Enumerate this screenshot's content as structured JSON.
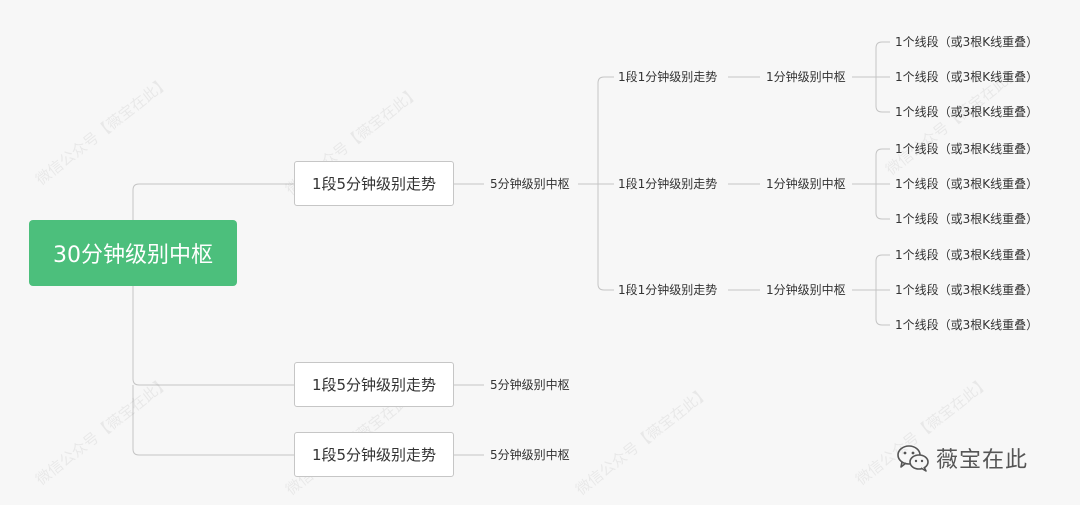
{
  "root": {
    "label": "30分钟级别中枢",
    "color": "#4cbf7c",
    "children": [
      {
        "label": "1段5分钟级别走势",
        "child": {
          "label": "5分钟级别中枢",
          "children": [
            {
              "label": "1段1分钟级别走势",
              "child": {
                "label": "1分钟级别中枢",
                "children": [
                  "1个线段（或3根K线重叠）",
                  "1个线段（或3根K线重叠）",
                  "1个线段（或3根K线重叠）"
                ]
              }
            },
            {
              "label": "1段1分钟级别走势",
              "child": {
                "label": "1分钟级别中枢",
                "children": [
                  "1个线段（或3根K线重叠）",
                  "1个线段（或3根K线重叠）",
                  "1个线段（或3根K线重叠）"
                ]
              }
            },
            {
              "label": "1段1分钟级别走势",
              "child": {
                "label": "1分钟级别中枢",
                "children": [
                  "1个线段（或3根K线重叠）",
                  "1个线段（或3根K线重叠）",
                  "1个线段（或3根K线重叠）"
                ]
              }
            }
          ]
        }
      },
      {
        "label": "1段5分钟级别走势",
        "child": {
          "label": "5分钟级别中枢",
          "children": []
        }
      },
      {
        "label": "1段5分钟级别走势",
        "child": {
          "label": "5分钟级别中枢",
          "children": []
        }
      }
    ]
  },
  "watermark": "微信公众号【薇宝在此】",
  "brand": {
    "name": "薇宝在此",
    "icon": "wechat-icon"
  },
  "colors": {
    "line": "#c4c4c4",
    "node_border": "#c6c6c6"
  }
}
